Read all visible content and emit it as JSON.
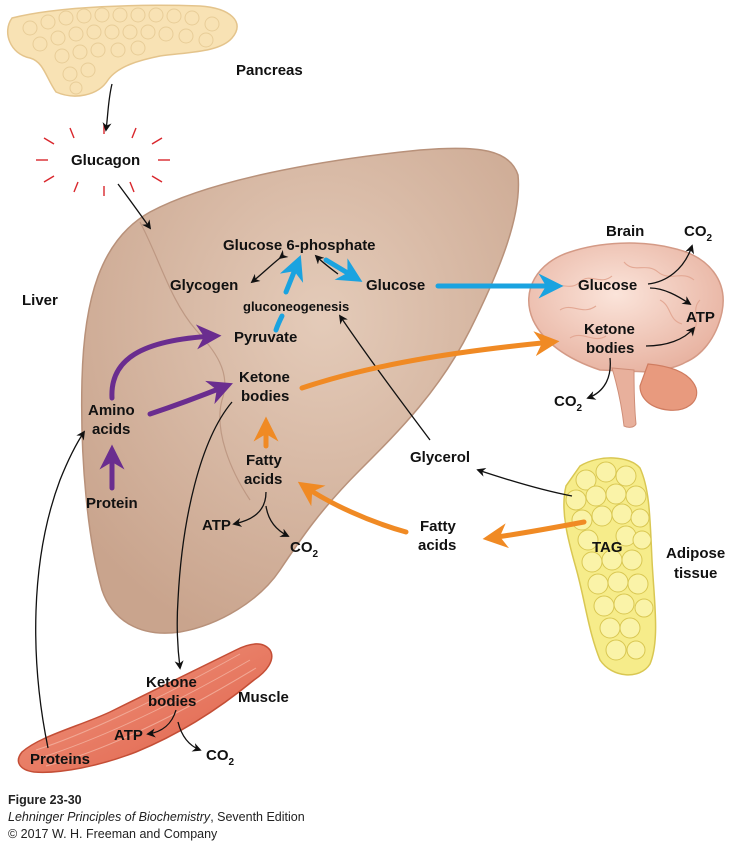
{
  "organs": {
    "pancreas": "Pancreas",
    "liver": "Liver",
    "brain": "Brain",
    "muscle": "Muscle",
    "adipose_line1": "Adipose",
    "adipose_line2": "tissue"
  },
  "hormone": {
    "glucagon": "Glucagon"
  },
  "liver_labels": {
    "glucose6p": "Glucose 6-phosphate",
    "glycogen": "Glycogen",
    "gluconeogenesis": "gluconeogenesis",
    "glucose": "Glucose",
    "pyruvate": "Pyruvate",
    "ketone_line1": "Ketone",
    "ketone_line2": "bodies",
    "amino_line1": "Amino",
    "amino_line2": "acids",
    "protein": "Protein",
    "fatty_line1": "Fatty",
    "fatty_line2": "acids",
    "atp": "ATP",
    "co2": "CO",
    "co2_sub": "2"
  },
  "brain_labels": {
    "glucose": "Glucose",
    "ketone_line1": "Ketone",
    "ketone_line2": "bodies",
    "atp": "ATP",
    "co2": "CO",
    "co2_sub": "2"
  },
  "adipose_labels": {
    "glycerol": "Glycerol",
    "fatty_line1": "Fatty",
    "fatty_line2": "acids",
    "tag": "TAG"
  },
  "muscle_labels": {
    "ketone_line1": "Ketone",
    "ketone_line2": "bodies",
    "atp": "ATP",
    "co2": "CO",
    "co2_sub": "2",
    "proteins": "Proteins"
  },
  "caption": {
    "figure": "Figure 23-30",
    "book_title": "Lehninger Principles of Biochemistry",
    "edition": ", Seventh Edition",
    "copyright": "© 2017 W. H. Freeman and Company"
  },
  "colors": {
    "liver": "#d8b8a4",
    "brain": "#f2cdbf",
    "muscle": "#e8745c",
    "adipose": "#f6ec8a",
    "pancreas": "#f8e2b4",
    "blue_arrow": "#1aa3e0",
    "orange_arrow": "#f08a24",
    "purple_arrow": "#6a2d8f",
    "glucagon_rays": "#d9262c"
  }
}
